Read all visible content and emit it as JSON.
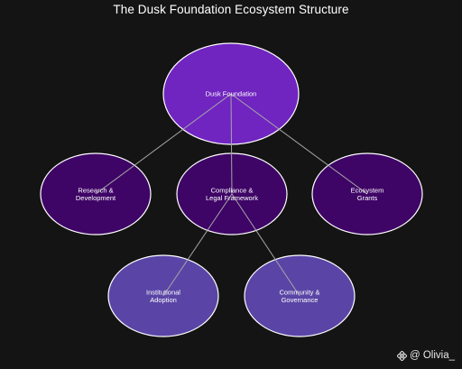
{
  "title": "The Dusk Foundation Ecosystem Structure",
  "colors": {
    "background": "#141414",
    "root_fill": "#7024c0",
    "level1_fill": "#3e0466",
    "level2_fill": "#5a45a6",
    "edge": "#a6a6a6",
    "node_stroke": "#ffffff"
  },
  "nodes": [
    {
      "id": "root",
      "level": "root",
      "label_lines": [
        "Dusk Foundation"
      ]
    },
    {
      "id": "rd",
      "level": "level1",
      "label_lines": [
        "Research &",
        "Development"
      ]
    },
    {
      "id": "compliance",
      "level": "level1",
      "label_lines": [
        "Compliance &",
        "Legal Framework"
      ]
    },
    {
      "id": "grants",
      "level": "level1",
      "label_lines": [
        "Ecosystem",
        "Grants"
      ]
    },
    {
      "id": "institutional",
      "level": "level2",
      "label_lines": [
        "Institutional",
        "Adoption"
      ]
    },
    {
      "id": "community",
      "level": "level2",
      "label_lines": [
        "Community &",
        "Governance"
      ]
    }
  ],
  "edges": [
    {
      "from": "root",
      "to": "rd"
    },
    {
      "from": "root",
      "to": "compliance"
    },
    {
      "from": "root",
      "to": "grants"
    },
    {
      "from": "compliance",
      "to": "institutional"
    },
    {
      "from": "compliance",
      "to": "community"
    }
  ],
  "watermark": {
    "icon": "binance-diamond-icon",
    "text": "@ Olivia_"
  }
}
